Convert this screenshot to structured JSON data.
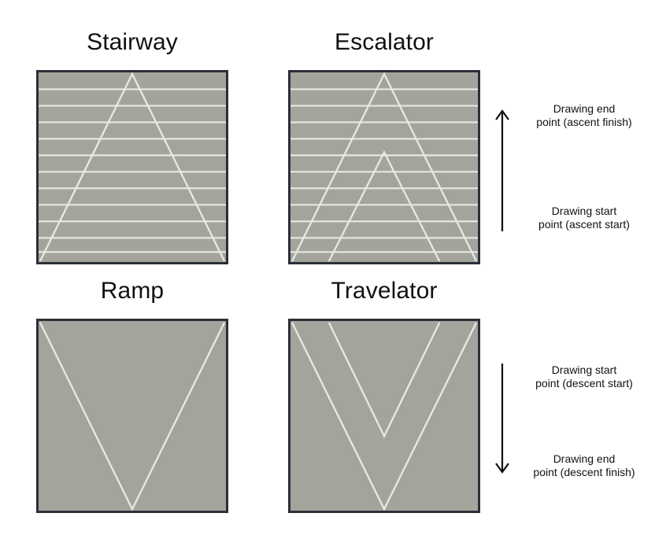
{
  "figure": {
    "background_color": "#ffffff",
    "panel_fill_color": "#a3a59c",
    "panel_border_color": "#2b3038",
    "path_line_color": "#e8e8e0",
    "annotation_color": "#111111"
  },
  "panels": [
    {
      "id": "stairway",
      "title": "Stairway",
      "has_step_lines": true,
      "step_line_count": 11,
      "direction": "ascent",
      "path_count": 1,
      "description": "Ascending triangular path with apex at top centre"
    },
    {
      "id": "escalator",
      "title": "Escalator",
      "has_step_lines": true,
      "step_line_count": 11,
      "direction": "ascent",
      "path_count": 2,
      "description": "Two nested ascending triangular paths"
    },
    {
      "id": "ramp",
      "title": "Ramp",
      "has_step_lines": false,
      "step_line_count": 0,
      "direction": "descent",
      "path_count": 1,
      "description": "Descending V path with vertex at bottom centre"
    },
    {
      "id": "travelator",
      "title": "Travelator",
      "has_step_lines": false,
      "step_line_count": 0,
      "direction": "descent",
      "path_count": 2,
      "description": "Two nested descending V paths"
    }
  ],
  "annotations": [
    {
      "id": "ascent",
      "arrow_direction": "up",
      "top_label_line1": "Drawing end",
      "top_label_line2": "point (ascent finish)",
      "bottom_label_line1": "Drawing start",
      "bottom_label_line2": "point (ascent start)"
    },
    {
      "id": "descent",
      "arrow_direction": "down",
      "top_label_line1": "Drawing start",
      "top_label_line2": "point (descent start)",
      "bottom_label_line1": "Drawing end",
      "bottom_label_line2": "point (descent finish)"
    }
  ]
}
